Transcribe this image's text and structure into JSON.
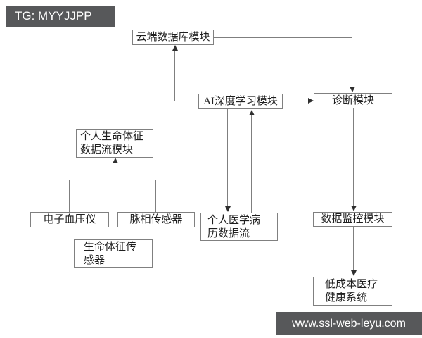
{
  "watermarks": {
    "tg_badge": "TG: MYYJJPP",
    "site_badge": "www.ssl-web-leyu.com"
  },
  "colors": {
    "banner_bg": "#57585a",
    "banner_text": "#ffffff",
    "connector_line": "#7f7f7f",
    "node_border": "#808080",
    "node_text": "#1f1f1f",
    "background": "#ffffff"
  },
  "diagram": {
    "type": "flowchart",
    "nodes": [
      {
        "id": "cloud",
        "label": "云端数据库模块"
      },
      {
        "id": "ai",
        "label": "AI深度学习模块"
      },
      {
        "id": "diagnosis",
        "label": "诊断模块"
      },
      {
        "id": "vital_stream",
        "label": "个人生命体征\n数据流模块"
      },
      {
        "id": "bp",
        "label": "电子血压仪"
      },
      {
        "id": "pulse",
        "label": "脉相传感器"
      },
      {
        "id": "vital_sensor",
        "label": "生命体征传\n感器"
      },
      {
        "id": "med_record",
        "label": "个人医学病\n历数据流"
      },
      {
        "id": "monitor",
        "label": "数据监控模块"
      },
      {
        "id": "low_cost",
        "label": "低成本医疗\n健康系统"
      }
    ],
    "edges": [
      {
        "from": "vital_stream",
        "to": "cloud",
        "arrowhead": true
      },
      {
        "from": "vital_stream",
        "to": "ai",
        "arrowhead": false
      },
      {
        "from": "cloud",
        "to": "diagnosis",
        "arrowhead": true
      },
      {
        "from": "ai",
        "to": "diagnosis",
        "arrowhead": true
      },
      {
        "from": "ai",
        "to": "med_record",
        "arrowhead": true
      },
      {
        "from": "med_record",
        "to": "ai",
        "arrowhead": true
      },
      {
        "from": "diagnosis",
        "to": "monitor",
        "arrowhead": true
      },
      {
        "from": "monitor",
        "to": "low_cost",
        "arrowhead": true
      },
      {
        "from": "bp",
        "to": "vital_stream",
        "arrowhead": true
      },
      {
        "from": "pulse",
        "to": "vital_stream",
        "arrowhead": true
      },
      {
        "from": "vital_sensor",
        "to": "vital_stream",
        "arrowhead": true
      }
    ]
  }
}
